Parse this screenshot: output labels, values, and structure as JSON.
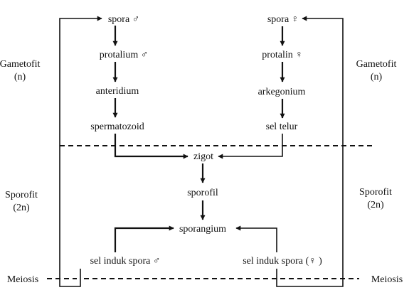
{
  "nodes": {
    "spora_male": "spora ♂",
    "protalium_male": "protalium ♂",
    "anteridium": "anteridium",
    "spermatozoid": "spermatozoid",
    "spora_female": "spora ♀",
    "protalin_female": "protalin ♀",
    "arkegonium": "arkegonium",
    "sel_telur": "sel telur",
    "zigot": "zigot",
    "sporofil": "sporofil",
    "sporangium": "sporangium",
    "sel_induk_male": "sel induk spora ♂",
    "sel_induk_female": "sel induk spora (♀ )"
  },
  "phases": {
    "gametofit_left_line1": "Gametofit",
    "gametofit_left_line2": "(n)",
    "gametofit_right_line1": "Gametofit",
    "gametofit_right_line2": "(n)",
    "sporofit_left_line1": "Sporofit",
    "sporofit_left_line2": "(2n)",
    "sporofit_right_line1": "Sporofit",
    "sporofit_right_line2": "(2n)",
    "meiosis_left": "Meiosis",
    "meiosis_right": "Meiosis"
  }
}
